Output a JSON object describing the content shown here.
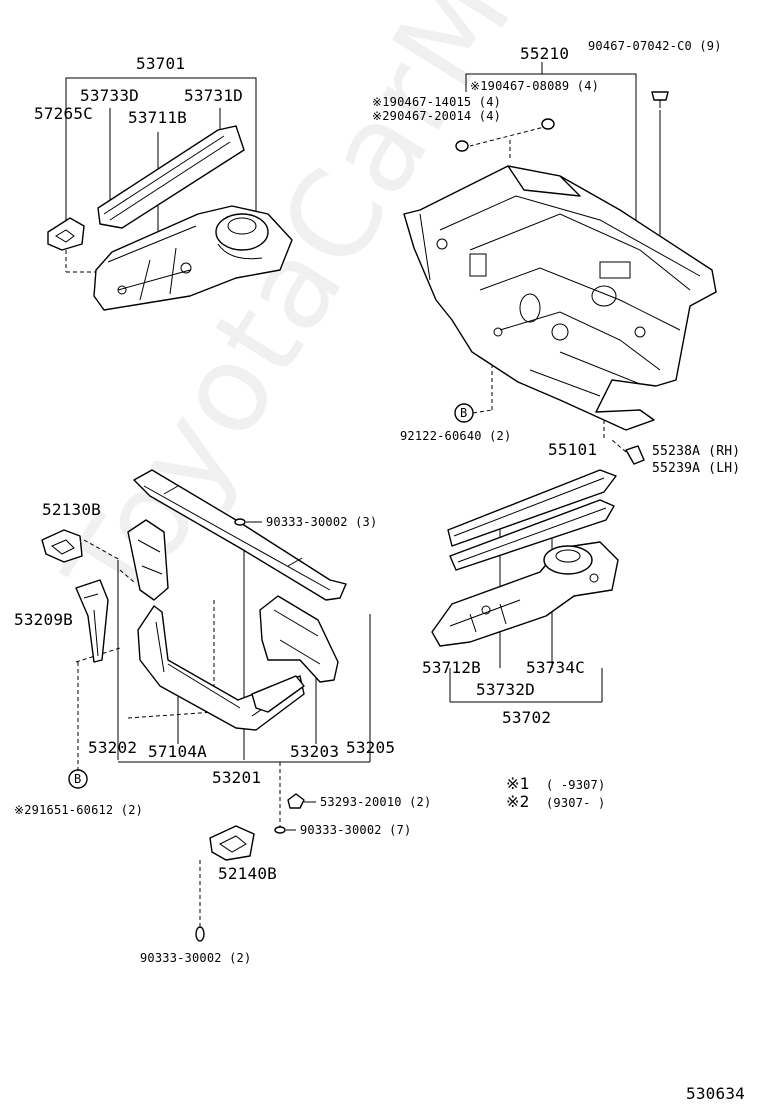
{
  "watermark": "ToyotaCarMall.ru",
  "diagram_id": "530634",
  "labels": {
    "p53701": "53701",
    "p53733D": "53733D",
    "p53731D": "53731D",
    "p57265C": "57265C",
    "p53711B": "53711B",
    "p55210": "55210",
    "p9046707042": "90467-07042-C0 (9)",
    "p9046708089": "※190467-08089 (4)",
    "p9046714015": "※190467-14015 (4)",
    "p9046720014": "※290467-20014 (4)",
    "p9212260640": "92122-60640 (2)",
    "p55101": "55101",
    "p55238A": "55238A (RH)",
    "p55239A": "55239A (LH)",
    "p52130B": "52130B",
    "p9033330002a": "90333-30002 (3)",
    "p53209B": "53209B",
    "p53712B": "53712B",
    "p53734C": "53734C",
    "p53732D": "53732D",
    "p53702": "53702",
    "p53202": "53202",
    "p57104A": "57104A",
    "p53203": "53203",
    "p53205": "53205",
    "p53201": "53201",
    "p9165160612": "※291651-60612 (2)",
    "p5329320010": "53293-20010 (2)",
    "p9033330002b": "90333-30002 (7)",
    "p52140B": "52140B",
    "p9033330002c": "90333-30002 (2)"
  },
  "footnotes": [
    {
      "mark": "※1",
      "range": "(      -9307)"
    },
    {
      "mark": "※2",
      "range": "(9307-      )"
    }
  ],
  "bolt_symbol": "B"
}
